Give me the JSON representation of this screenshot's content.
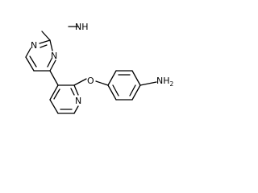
{
  "molecule": {
    "atoms": {
      "methylamino_n": {
        "label": "N",
        "suffix": "H"
      },
      "pyrimidine_n1": {
        "label": "N"
      },
      "pyrimidine_n3": {
        "label": "N"
      },
      "ether_o": {
        "label": "O"
      },
      "pyridine_n": {
        "label": "N"
      },
      "amine_n": {
        "label": "NH",
        "subscript": "2"
      }
    }
  }
}
